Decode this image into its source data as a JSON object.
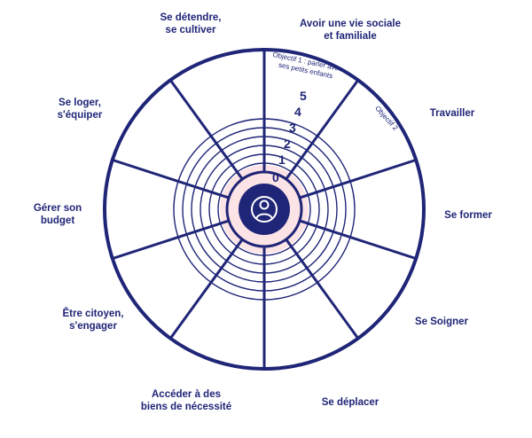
{
  "sectors": [
    {
      "label": "Se détendre,\nse cultiver"
    },
    {
      "label": "Avoir une vie sociale\net familiale"
    },
    {
      "label": "Travailler"
    },
    {
      "label": "Se former"
    },
    {
      "label": "Se Soigner"
    },
    {
      "label": "Se déplacer"
    },
    {
      "label": "Accéder à des\nbiens de nécessité"
    },
    {
      "label": "Être citoyen,\ns'engager"
    },
    {
      "label": "Gérer son\nbudget"
    },
    {
      "label": "Se loger,\ns'équiper"
    }
  ],
  "scale_levels": [
    "0",
    "1",
    "2",
    "3",
    "4",
    "5"
  ],
  "objectives": [
    {
      "text": "Objectif 1 : parler avec\nses petits enfants"
    },
    {
      "text": "Objectif 2"
    }
  ],
  "center_icon": "user-icon",
  "colors": {
    "primary": "#1f2577",
    "inner_fill": "#fbe3e6"
  }
}
